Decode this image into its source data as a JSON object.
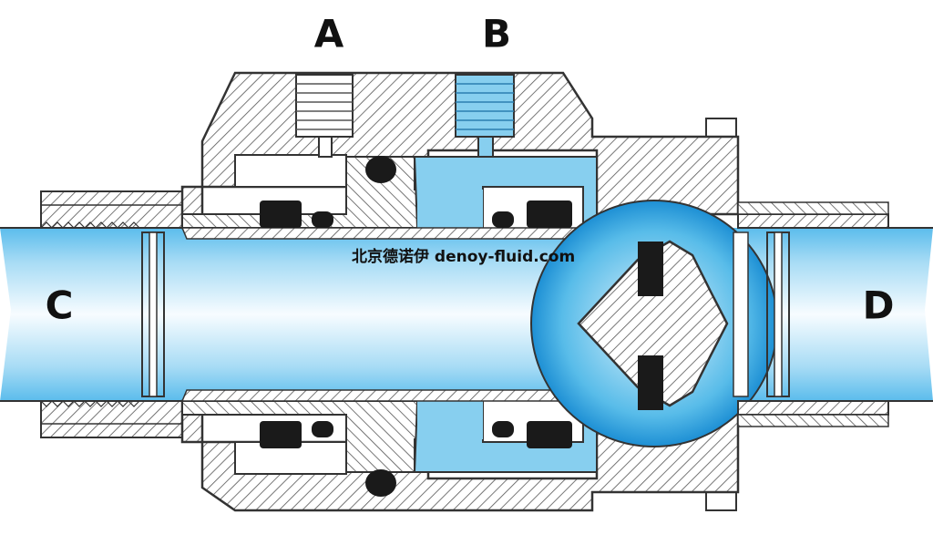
{
  "diagram": {
    "labels": {
      "port_a": "A",
      "port_b": "B",
      "end_c": "C",
      "end_d": "D"
    },
    "watermark": "北京德诺伊 denoy-fluid.com"
  },
  "colors": {
    "fluid_light": "#f4fbff",
    "fluid_mid": "#9fd8f5",
    "fluid_dark": "#2aa0e2",
    "chamber_fluid": "#87cfef",
    "steel_hatch": "#555555",
    "seal_black": "#1a1a1a",
    "outline": "#333333"
  },
  "icons": {
    "seal": "o-ring-seal-icon",
    "valve": "check-valve-icon"
  }
}
